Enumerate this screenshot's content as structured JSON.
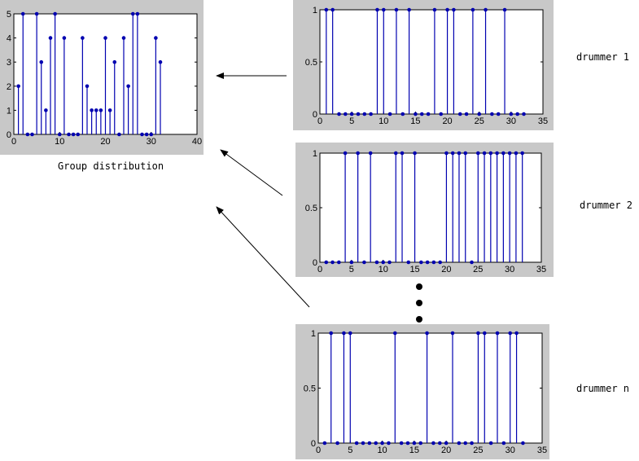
{
  "group_label": "Group distribution",
  "drummer_labels": [
    "drummer 1",
    "drummer 2",
    "drummer n"
  ],
  "colors": {
    "stem": "#0000b0",
    "panel": "#c8c8c8"
  },
  "chart_data": [
    {
      "type": "stem",
      "name": "group",
      "xlim": [
        0,
        40
      ],
      "ylim": [
        0,
        5
      ],
      "xticks": [
        0,
        10,
        20,
        30,
        40
      ],
      "yticks": [
        0,
        1,
        2,
        3,
        4,
        5
      ],
      "x": [
        1,
        2,
        3,
        4,
        5,
        6,
        7,
        8,
        9,
        10,
        11,
        12,
        13,
        14,
        15,
        16,
        17,
        18,
        19,
        20,
        21,
        22,
        23,
        24,
        25,
        26,
        27,
        28,
        29,
        30,
        31,
        32
      ],
      "values": [
        2,
        5,
        0,
        0,
        5,
        3,
        1,
        4,
        5,
        0,
        4,
        0,
        0,
        0,
        4,
        2,
        1,
        1,
        1,
        4,
        1,
        3,
        0,
        4,
        2,
        5,
        5,
        0,
        0,
        0,
        4,
        3
      ]
    },
    {
      "type": "stem",
      "name": "drummer 1",
      "xlim": [
        0,
        35
      ],
      "ylim": [
        0,
        1
      ],
      "xticks": [
        0,
        5,
        10,
        15,
        20,
        25,
        30,
        35
      ],
      "yticks": [
        0,
        0.5,
        1
      ],
      "x": [
        1,
        2,
        3,
        4,
        5,
        6,
        7,
        8,
        9,
        10,
        11,
        12,
        13,
        14,
        15,
        16,
        17,
        18,
        19,
        20,
        21,
        22,
        23,
        24,
        25,
        26,
        27,
        28,
        29,
        30,
        31,
        32
      ],
      "values": [
        1,
        1,
        0,
        0,
        0,
        0,
        0,
        0,
        1,
        1,
        0,
        1,
        0,
        1,
        0,
        0,
        0,
        1,
        0,
        1,
        1,
        0,
        0,
        1,
        0,
        1,
        0,
        0,
        1,
        0,
        0,
        0
      ]
    },
    {
      "type": "stem",
      "name": "drummer 2",
      "xlim": [
        0,
        35
      ],
      "ylim": [
        0,
        1
      ],
      "xticks": [
        0,
        5,
        10,
        15,
        20,
        25,
        30,
        35
      ],
      "yticks": [
        0,
        0.5,
        1
      ],
      "x": [
        1,
        2,
        3,
        4,
        5,
        6,
        7,
        8,
        9,
        10,
        11,
        12,
        13,
        14,
        15,
        16,
        17,
        18,
        19,
        20,
        21,
        22,
        23,
        24,
        25,
        26,
        27,
        28,
        29,
        30,
        31,
        32
      ],
      "values": [
        0,
        0,
        0,
        1,
        0,
        1,
        0,
        1,
        0,
        0,
        0,
        1,
        1,
        0,
        1,
        0,
        0,
        0,
        0,
        1,
        1,
        1,
        1,
        0,
        1,
        1,
        1,
        1,
        1,
        1,
        1,
        1
      ]
    },
    {
      "type": "stem",
      "name": "drummer n",
      "xlim": [
        0,
        35
      ],
      "ylim": [
        0,
        1
      ],
      "xticks": [
        0,
        5,
        10,
        15,
        20,
        25,
        30,
        35
      ],
      "yticks": [
        0,
        0.5,
        1
      ],
      "x": [
        1,
        2,
        3,
        4,
        5,
        6,
        7,
        8,
        9,
        10,
        11,
        12,
        13,
        14,
        15,
        16,
        17,
        18,
        19,
        20,
        21,
        22,
        23,
        24,
        25,
        26,
        27,
        28,
        29,
        30,
        31,
        32
      ],
      "values": [
        0,
        1,
        0,
        1,
        1,
        0,
        0,
        0,
        0,
        0,
        0,
        1,
        0,
        0,
        0,
        0,
        1,
        0,
        0,
        0,
        1,
        0,
        0,
        0,
        1,
        1,
        0,
        1,
        0,
        1,
        1,
        0
      ]
    }
  ]
}
